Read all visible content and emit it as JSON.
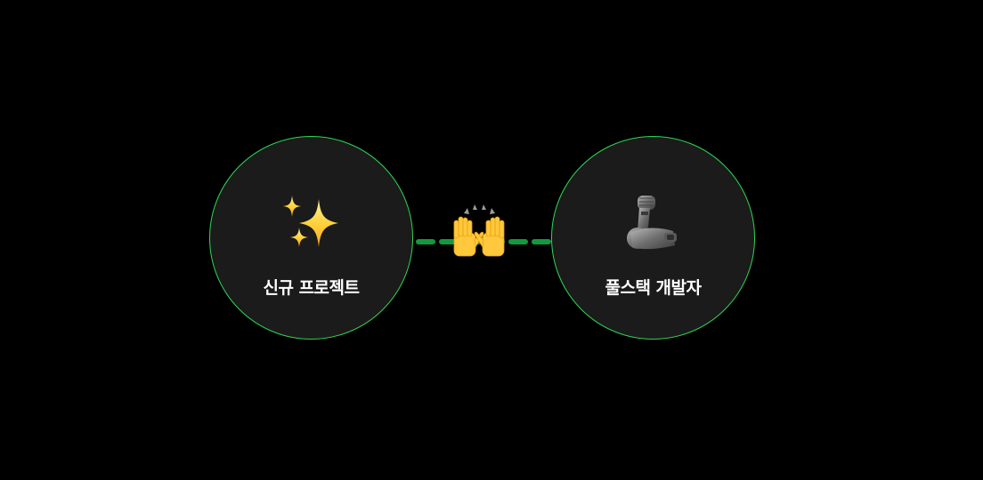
{
  "diagram": {
    "left_node": {
      "label": "신규 프로젝트",
      "icon": "sparkles-icon"
    },
    "right_node": {
      "label": "풀스택 개발자",
      "icon": "mechanical-arm-icon"
    },
    "connector": {
      "style": "dashed",
      "icon": "raising-hands-icon"
    },
    "colors": {
      "background": "#000000",
      "node_fill": "#1b1b1b",
      "node_border": "#2ed653",
      "connector": "#119a3d",
      "label_text": "#ffffff"
    }
  }
}
